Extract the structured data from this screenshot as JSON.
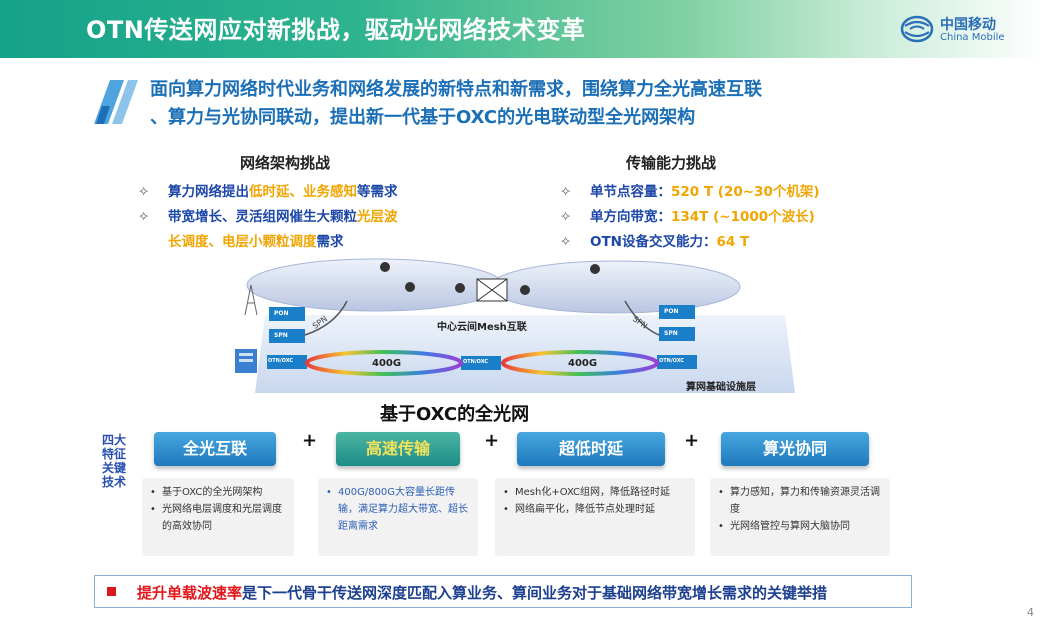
{
  "header": {
    "title": "OTN传送网应对新挑战，驱动光网络技术变革",
    "logo_cn": "中国移动",
    "logo_en": "China Mobile"
  },
  "intro": {
    "line1": "面向算力网络时代业务和网络发展的新特点和新需求，围绕算力全光高速互联",
    "line2": "、算力与光协同联动，提出新一代基于OXC的光电联动型全光网架构"
  },
  "challenges": {
    "network": {
      "title": "网络架构挑战",
      "rows": [
        {
          "a": "算力网络提出",
          "b": "低时延、业务感知",
          "c": "等需求"
        },
        {
          "a": "带宽增长、灵活组网催生大颗粒",
          "b": "光层波",
          "c": ""
        },
        {
          "a": "",
          "b": "长调度、电层小颗粒调度",
          "c": "需求"
        }
      ]
    },
    "transport": {
      "title": "传输能力挑战",
      "rows": [
        {
          "a": "单节点容量：",
          "b": "520 T (20~30个机架)"
        },
        {
          "a": "单方向带宽：",
          "b": "134T (~1000个波长)"
        },
        {
          "a": "OTN设备交叉能力：",
          "b": "64 T"
        }
      ]
    }
  },
  "diagram": {
    "mesh_label": "中心云间Mesh互联",
    "infra_label": "算网基础设施层",
    "ring_label_left": "400G",
    "ring_label_right": "400G",
    "pon": "PON",
    "spn": "SPN",
    "spn_curve": "SPN",
    "otn_oxc": "OTN/OXC"
  },
  "oxc_title": "基于OXC的全光网",
  "vertical_label": "四大特征关键技术",
  "features": [
    {
      "label": "全光互联",
      "items": [
        "基于OXC的全光网架构",
        "光网络电层调度和光层调度的高效协同"
      ]
    },
    {
      "label": "高速传输",
      "items": [
        "400G/800G大容量长距传输，满足算力超大带宽、超长距离需求"
      ]
    },
    {
      "label": "超低时延",
      "items": [
        "Mesh化+OXC组网，降低路径时延",
        "网络扁平化，降低节点处理时延"
      ]
    },
    {
      "label": "算光协同",
      "items": [
        "算力感知，算力和传输资源灵活调度",
        "光网络管控与算网大脑协同"
      ]
    }
  ],
  "plus": "+",
  "conclusion": {
    "red": "提升单载波速率",
    "rest": "是下一代骨干传送网深度匹配入算业务、算间业务对于基础网络带宽增长需求的关键举措"
  },
  "page_number": "4",
  "colors": {
    "title_green": "#14a28a",
    "brand_blue": "#1b6fb6",
    "highlight": "#f0a500",
    "accent_red": "#e2161b"
  }
}
